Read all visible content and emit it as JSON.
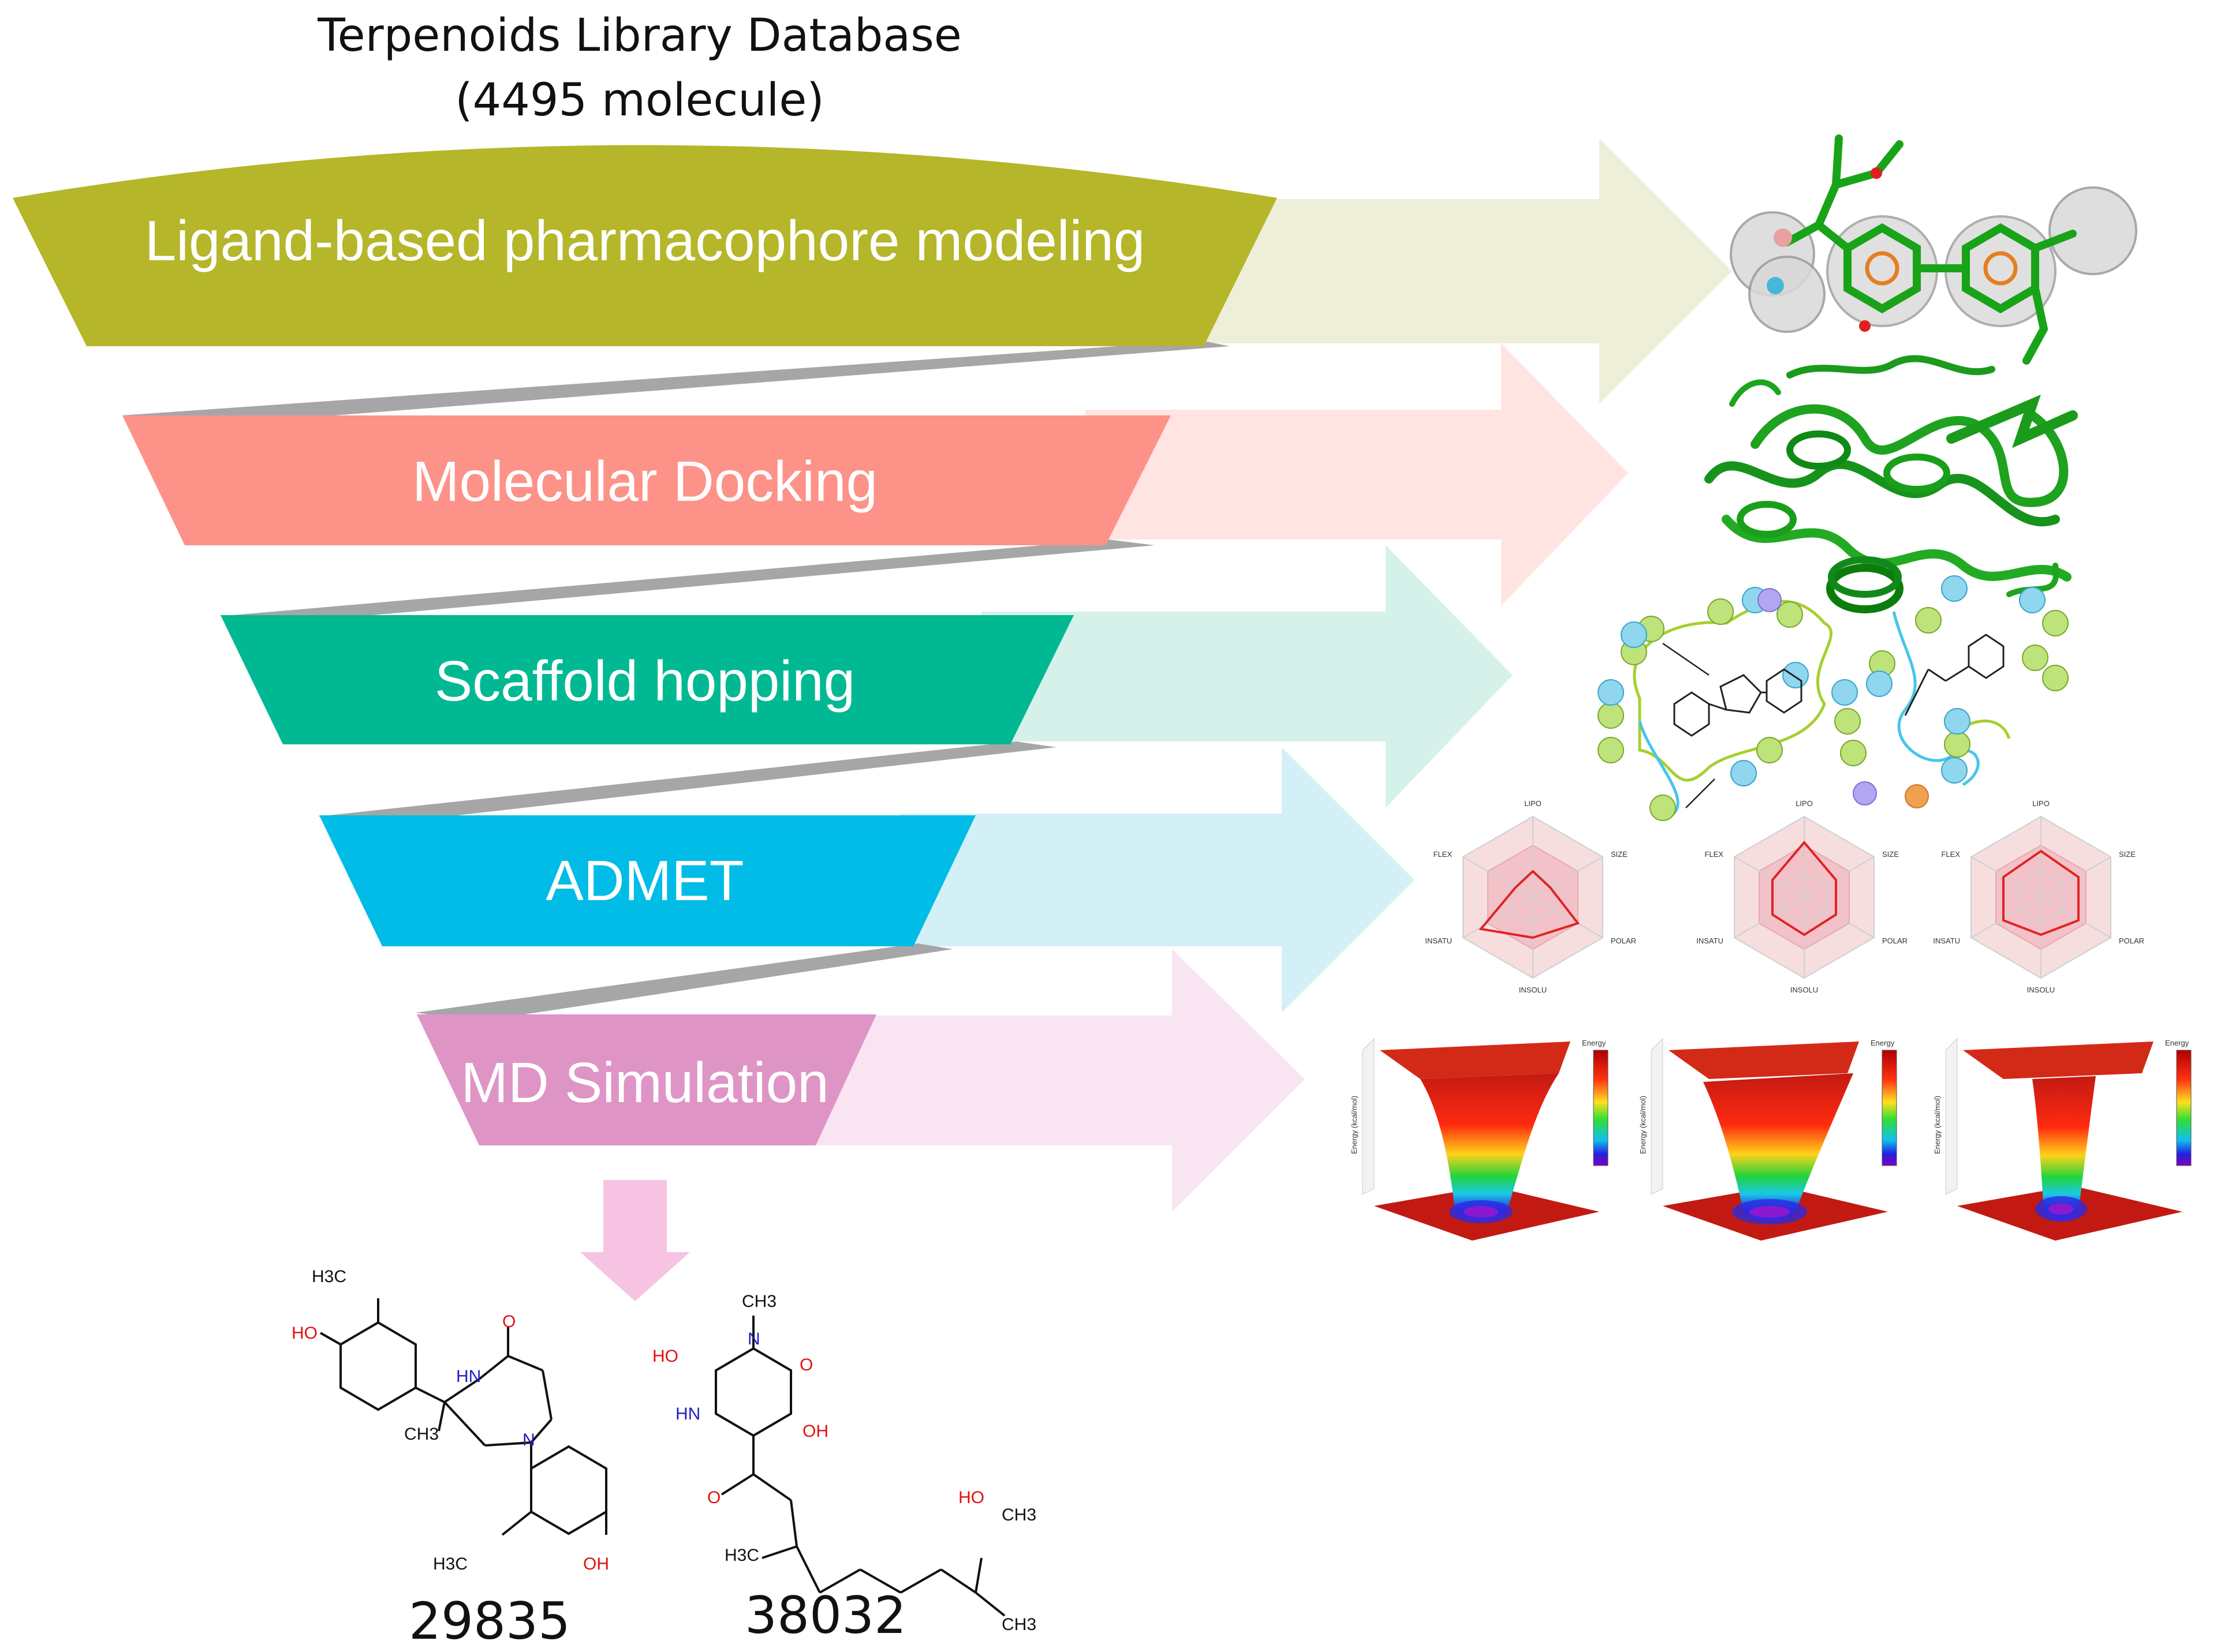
{
  "header": {
    "title_line1": "Terpenoids Library Database",
    "title_line2": "(4495 molecule)"
  },
  "funnel": {
    "stages": [
      {
        "label": "Ligand-based pharmacophore modeling",
        "color": "#b5b629",
        "arrow_color": "#eeefd9"
      },
      {
        "label": "Molecular Docking",
        "color": "#fd9288",
        "arrow_color": "#ffe4e2"
      },
      {
        "label": "Scaffold hopping",
        "color": "#00b993",
        "arrow_color": "#d6f1ea"
      },
      {
        "label": "ADMET",
        "color": "#00bce6",
        "arrow_color": "#d3f0f6"
      },
      {
        "label": "MD Simulation",
        "color": "#df94c6",
        "arrow_color": "#f9e4f1"
      }
    ],
    "connector_color": "#a6a6a6",
    "down_arrow_color": "#f6c3e2"
  },
  "results": {
    "compounds": [
      {
        "id": "29835"
      },
      {
        "id": "38032"
      }
    ]
  },
  "panels": {
    "radar_axes": [
      "LIPO",
      "SIZE",
      "POLAR",
      "INSOLU",
      "INSATU",
      "FLEX"
    ],
    "energy_legend_title": "Energy",
    "energy_axis_label": "Energy (kcal/mol)"
  },
  "structure_labels": {
    "c29835": [
      "H3C",
      "HO",
      "HN",
      "CH3",
      "N",
      "H3C",
      "OH",
      "O"
    ],
    "c38032": [
      "CH3",
      "HO",
      "N",
      "HN",
      "O",
      "OH",
      "O",
      "HO",
      "CH3",
      "H3C",
      "CH3"
    ]
  }
}
